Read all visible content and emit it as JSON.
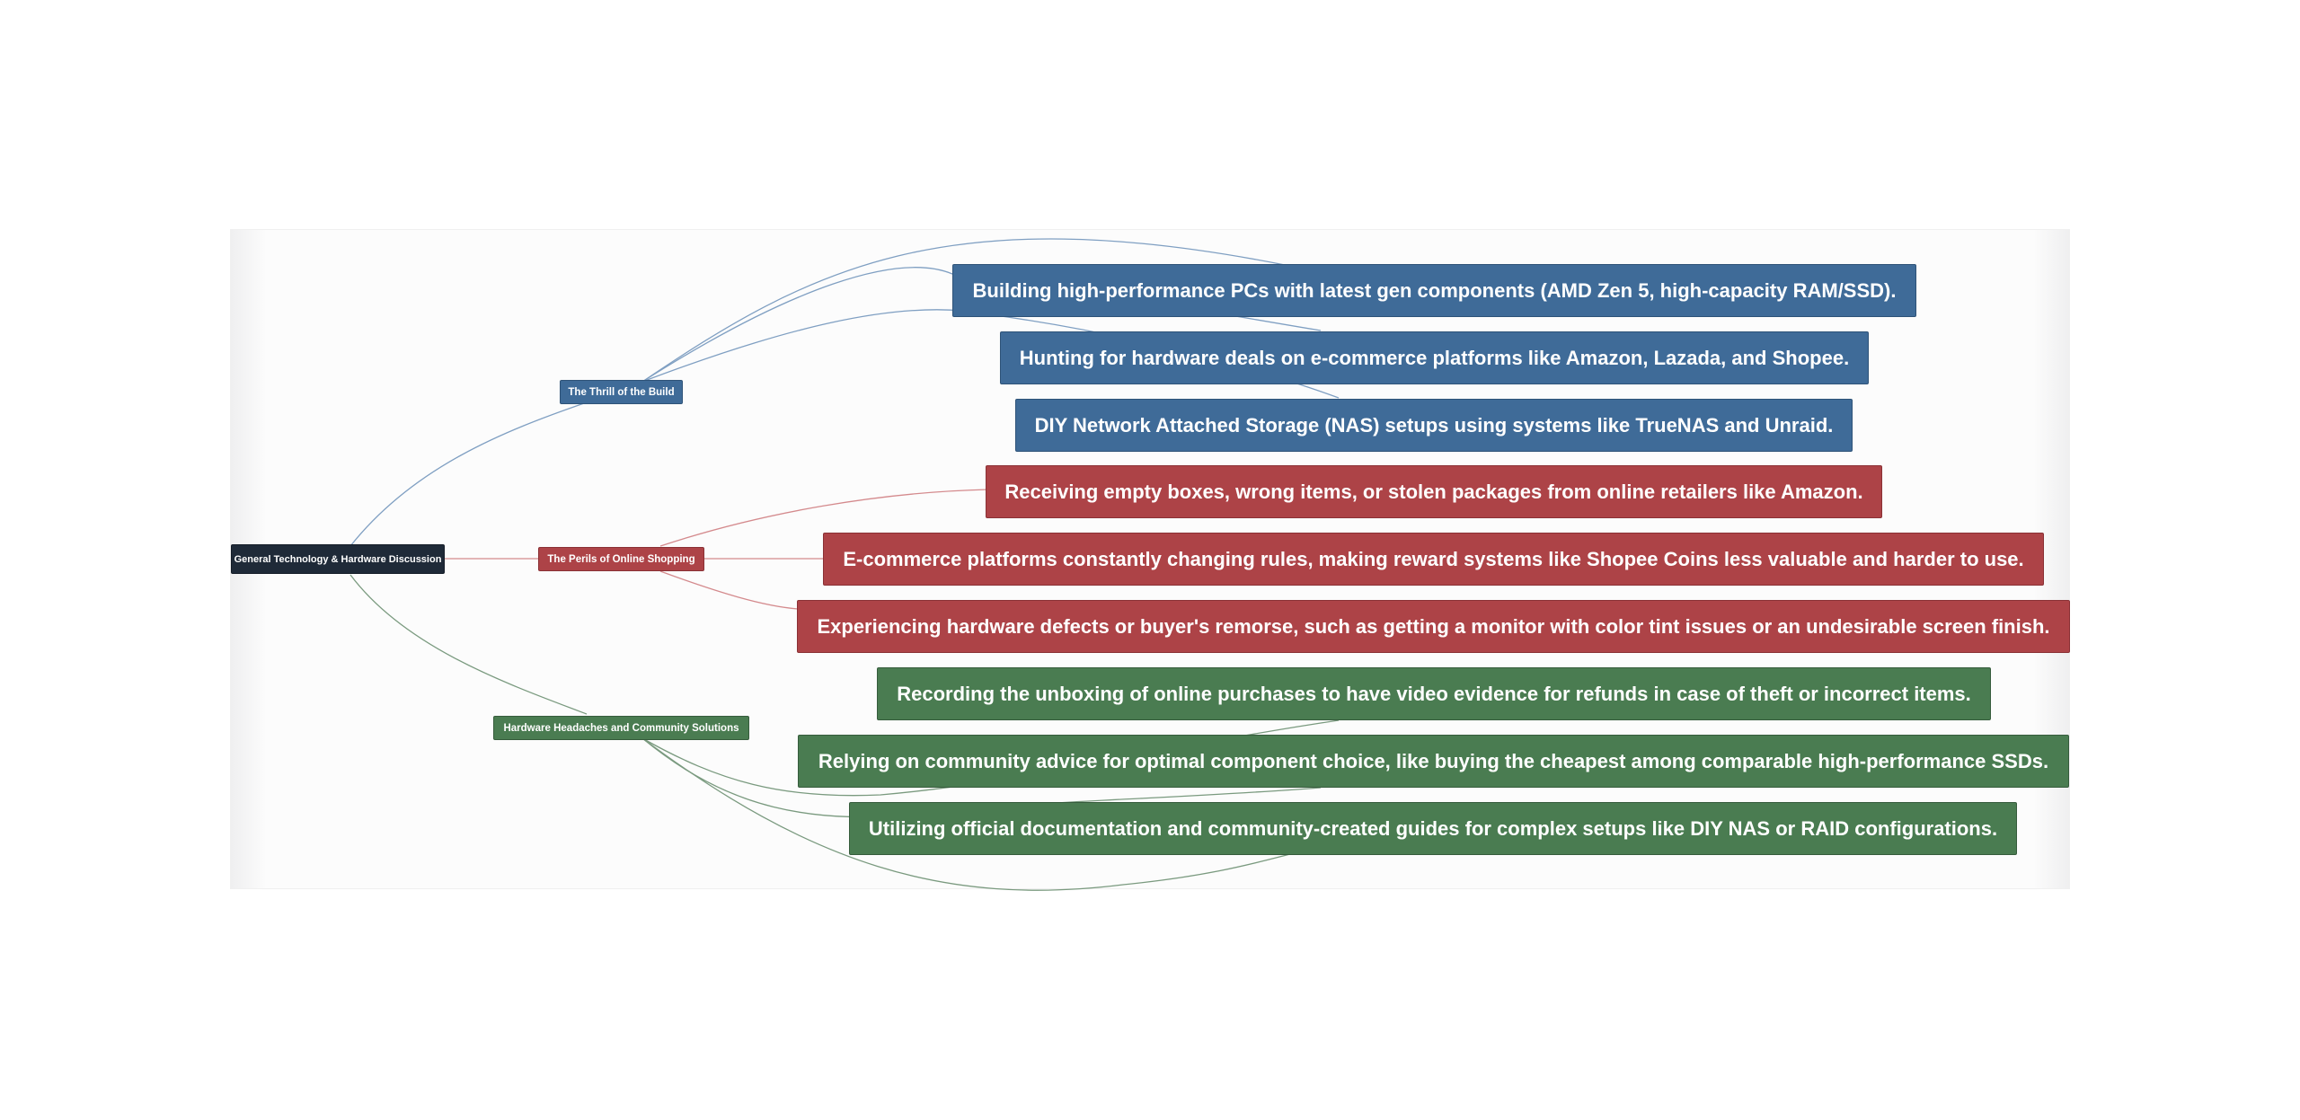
{
  "colors": {
    "root": "#1f2a38",
    "thrill": "#3f6b98",
    "perils": "#ad4347",
    "community": "#4a7c51",
    "link_blue": "#7f9fc2",
    "link_red": "#d48a8d",
    "link_green": "#7a9a7f"
  },
  "root": {
    "label": "General Technology & Hardware Discussion"
  },
  "categories": [
    {
      "label": "The Thrill of the Build",
      "color": "blue",
      "items": [
        "Building high-performance PCs with latest gen components (AMD Zen 5, high-capacity RAM/SSD).",
        "Hunting for hardware deals on e-commerce platforms like Amazon, Lazada, and Shopee.",
        "DIY Network Attached Storage (NAS) setups using systems like TrueNAS and Unraid."
      ]
    },
    {
      "label": "The Perils of Online Shopping",
      "color": "red",
      "items": [
        "Receiving empty boxes, wrong items, or stolen packages from online retailers like Amazon.",
        "E-commerce platforms constantly changing rules, making reward systems like Shopee Coins less valuable and harder to use.",
        "Experiencing hardware defects or buyer's remorse, such as getting a monitor with color tint issues or an undesirable screen finish."
      ]
    },
    {
      "label": "Hardware Headaches and Community Solutions",
      "color": "green",
      "items": [
        "Recording the unboxing of online purchases to have video evidence for refunds in case of theft or incorrect items.",
        "Relying on community advice for optimal component choice, like buying the cheapest among comparable high-performance SSDs.",
        "Utilizing official documentation and community-created guides for complex setups like DIY NAS or RAID configurations."
      ]
    }
  ]
}
